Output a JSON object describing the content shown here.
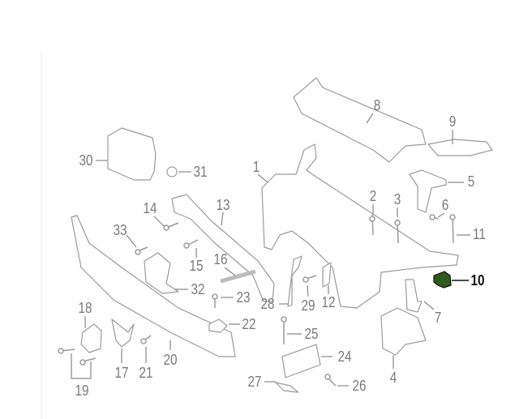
{
  "diagram": {
    "highlight_color": "#2e5a1c",
    "line_color": "#9a9a9a",
    "callouts": [
      {
        "id": "1",
        "label": "1"
      },
      {
        "id": "2",
        "label": "2"
      },
      {
        "id": "3",
        "label": "3"
      },
      {
        "id": "4",
        "label": "4"
      },
      {
        "id": "5",
        "label": "5"
      },
      {
        "id": "6",
        "label": "6"
      },
      {
        "id": "7",
        "label": "7"
      },
      {
        "id": "8",
        "label": "8"
      },
      {
        "id": "9",
        "label": "9"
      },
      {
        "id": "10",
        "label": "10",
        "highlighted": true
      },
      {
        "id": "11",
        "label": "11"
      },
      {
        "id": "12",
        "label": "12"
      },
      {
        "id": "13",
        "label": "13"
      },
      {
        "id": "14",
        "label": "14"
      },
      {
        "id": "15",
        "label": "15"
      },
      {
        "id": "16",
        "label": "16"
      },
      {
        "id": "17",
        "label": "17"
      },
      {
        "id": "18",
        "label": "18"
      },
      {
        "id": "19",
        "label": "19"
      },
      {
        "id": "20",
        "label": "20"
      },
      {
        "id": "21",
        "label": "21"
      },
      {
        "id": "22",
        "label": "22"
      },
      {
        "id": "23",
        "label": "23"
      },
      {
        "id": "24",
        "label": "24"
      },
      {
        "id": "25",
        "label": "25"
      },
      {
        "id": "26",
        "label": "26"
      },
      {
        "id": "27",
        "label": "27"
      },
      {
        "id": "28",
        "label": "28"
      },
      {
        "id": "29",
        "label": "29"
      },
      {
        "id": "30",
        "label": "30"
      },
      {
        "id": "31",
        "label": "31"
      },
      {
        "id": "32",
        "label": "32"
      },
      {
        "id": "33",
        "label": "33"
      }
    ]
  }
}
